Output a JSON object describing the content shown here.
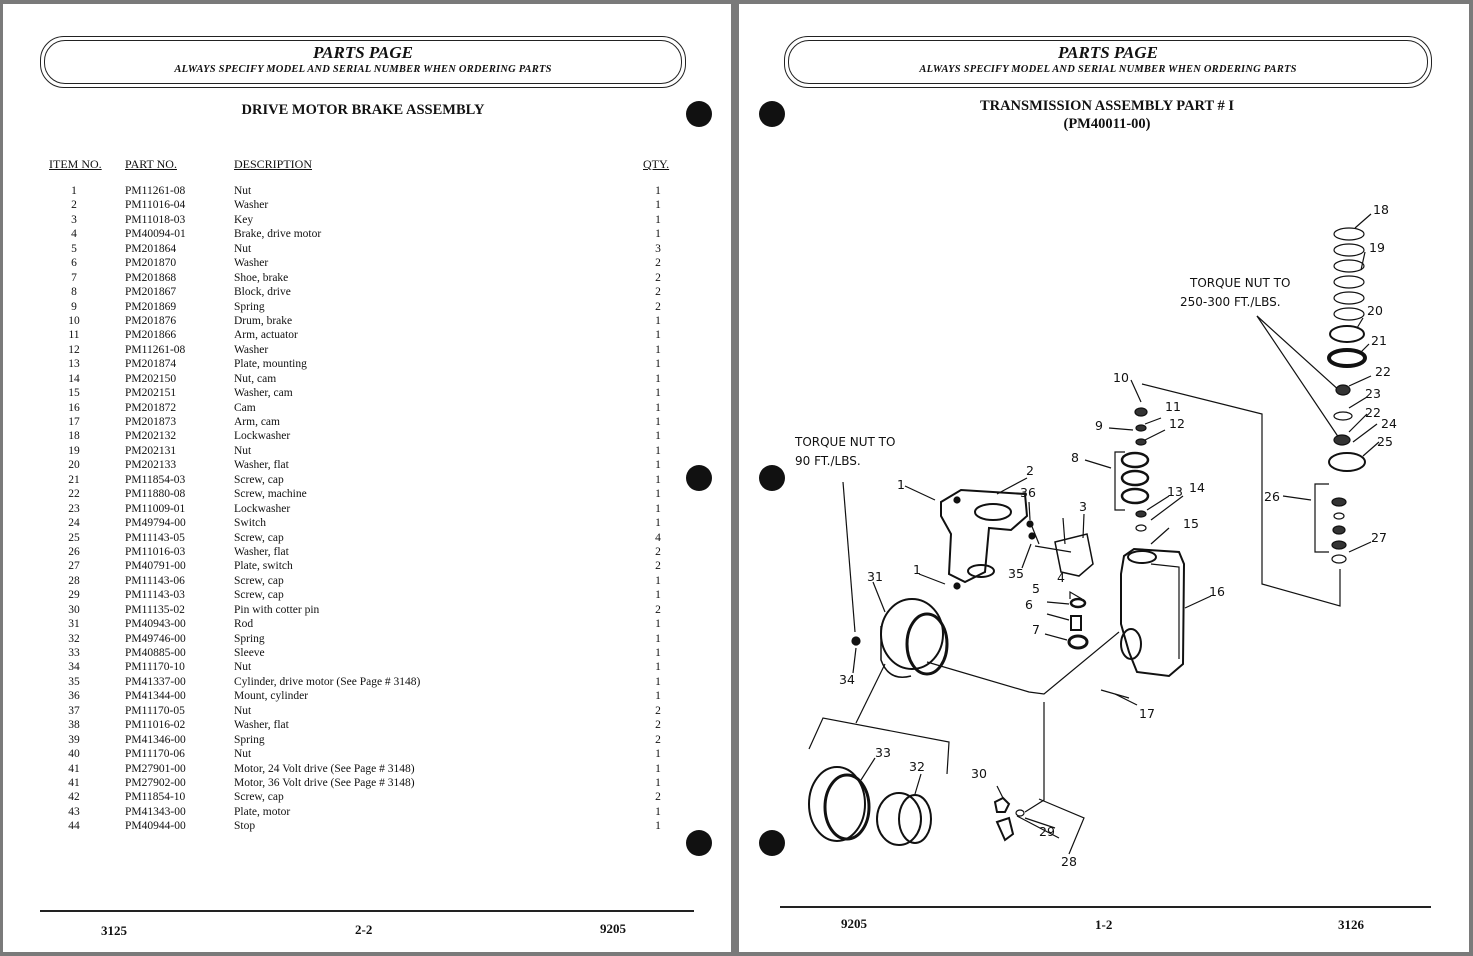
{
  "left_page": {
    "banner_title": "PARTS PAGE",
    "banner_subtitle": "ALWAYS SPECIFY MODEL AND SERIAL NUMBER WHEN ORDERING PARTS",
    "section_title": "DRIVE MOTOR BRAKE ASSEMBLY",
    "columns": {
      "item": "ITEM NO.",
      "part": "PART NO.",
      "desc": "DESCRIPTION",
      "qty": "QTY."
    },
    "rows": [
      {
        "item": "1",
        "part": "PM11261-08",
        "desc": "Nut",
        "qty": "1"
      },
      {
        "item": "2",
        "part": "PM11016-04",
        "desc": "Washer",
        "qty": "1"
      },
      {
        "item": "3",
        "part": "PM11018-03",
        "desc": "Key",
        "qty": "1"
      },
      {
        "item": "4",
        "part": "PM40094-01",
        "desc": "Brake, drive motor",
        "qty": "1"
      },
      {
        "item": "5",
        "part": "PM201864",
        "desc": "Nut",
        "qty": "3"
      },
      {
        "item": "6",
        "part": "PM201870",
        "desc": "Washer",
        "qty": "2"
      },
      {
        "item": "7",
        "part": "PM201868",
        "desc": "Shoe, brake",
        "qty": "2"
      },
      {
        "item": "8",
        "part": "PM201867",
        "desc": "Block, drive",
        "qty": "2"
      },
      {
        "item": "9",
        "part": "PM201869",
        "desc": "Spring",
        "qty": "2"
      },
      {
        "item": "10",
        "part": "PM201876",
        "desc": "Drum, brake",
        "qty": "1"
      },
      {
        "item": "11",
        "part": "PM201866",
        "desc": "Arm, actuator",
        "qty": "1"
      },
      {
        "item": "12",
        "part": "PM11261-08",
        "desc": "Washer",
        "qty": "1"
      },
      {
        "item": "13",
        "part": "PM201874",
        "desc": "Plate, mounting",
        "qty": "1"
      },
      {
        "item": "14",
        "part": "PM202150",
        "desc": "Nut, cam",
        "qty": "1"
      },
      {
        "item": "15",
        "part": "PM202151",
        "desc": "Washer, cam",
        "qty": "1"
      },
      {
        "item": "16",
        "part": "PM201872",
        "desc": "Cam",
        "qty": "1"
      },
      {
        "item": "17",
        "part": "PM201873",
        "desc": "Arm, cam",
        "qty": "1"
      },
      {
        "item": "18",
        "part": "PM202132",
        "desc": "Lockwasher",
        "qty": "1"
      },
      {
        "item": "19",
        "part": "PM202131",
        "desc": "Nut",
        "qty": "1"
      },
      {
        "item": "20",
        "part": "PM202133",
        "desc": "Washer, flat",
        "qty": "1"
      },
      {
        "item": "21",
        "part": "PM11854-03",
        "desc": "Screw, cap",
        "qty": "1"
      },
      {
        "item": "22",
        "part": "PM11880-08",
        "desc": "Screw, machine",
        "qty": "1"
      },
      {
        "item": "23",
        "part": "PM11009-01",
        "desc": "Lockwasher",
        "qty": "1"
      },
      {
        "item": "24",
        "part": "PM49794-00",
        "desc": "Switch",
        "qty": "1"
      },
      {
        "item": "25",
        "part": "PM11143-05",
        "desc": "Screw, cap",
        "qty": "4"
      },
      {
        "item": "26",
        "part": "PM11016-03",
        "desc": "Washer, flat",
        "qty": "2"
      },
      {
        "item": "27",
        "part": "PM40791-00",
        "desc": "Plate, switch",
        "qty": "2"
      },
      {
        "item": "28",
        "part": "PM11143-06",
        "desc": "Screw, cap",
        "qty": "1"
      },
      {
        "item": "29",
        "part": "PM11143-03",
        "desc": "Screw, cap",
        "qty": "1"
      },
      {
        "item": "30",
        "part": "PM11135-02",
        "desc": "Pin with cotter pin",
        "qty": "2"
      },
      {
        "item": "31",
        "part": "PM40943-00",
        "desc": "Rod",
        "qty": "1"
      },
      {
        "item": "32",
        "part": "PM49746-00",
        "desc": "Spring",
        "qty": "1"
      },
      {
        "item": "33",
        "part": "PM40885-00",
        "desc": "Sleeve",
        "qty": "1"
      },
      {
        "item": "34",
        "part": "PM11170-10",
        "desc": "Nut",
        "qty": "1"
      },
      {
        "item": "35",
        "part": "PM41337-00",
        "desc": "Cylinder, drive motor (See Page # 3148)",
        "qty": "1"
      },
      {
        "item": "36",
        "part": "PM41344-00",
        "desc": "Mount, cylinder",
        "qty": "1"
      },
      {
        "item": "37",
        "part": "PM11170-05",
        "desc": "Nut",
        "qty": "2"
      },
      {
        "item": "38",
        "part": "PM11016-02",
        "desc": "Washer, flat",
        "qty": "2"
      },
      {
        "item": "39",
        "part": "PM41346-00",
        "desc": "Spring",
        "qty": "2"
      },
      {
        "item": "40",
        "part": "PM11170-06",
        "desc": "Nut",
        "qty": "1"
      },
      {
        "item": "41",
        "part": "PM27901-00",
        "desc": "Motor, 24 Volt drive (See Page # 3148)",
        "qty": "1"
      },
      {
        "item": "41",
        "part": "PM27902-00",
        "desc": "Motor, 36 Volt drive (See Page # 3148)",
        "qty": "1"
      },
      {
        "item": "42",
        "part": "PM11854-10",
        "desc": "Screw, cap",
        "qty": "2"
      },
      {
        "item": "43",
        "part": "PM41343-00",
        "desc": "Plate, motor",
        "qty": "1"
      },
      {
        "item": "44",
        "part": "PM40944-00",
        "desc": "Stop",
        "qty": "1"
      }
    ],
    "footer": {
      "left": "3125",
      "center": "2-2",
      "right": "9205"
    }
  },
  "right_page": {
    "banner_title": "PARTS PAGE",
    "banner_subtitle": "ALWAYS SPECIFY MODEL AND SERIAL NUMBER WHEN ORDERING PARTS",
    "section_title_line1": "TRANSMISSION ASSEMBLY PART # I",
    "section_title_line2": "(PM40011-00)",
    "torque_note_1_line1": "TORQUE NUT TO",
    "torque_note_1_line2": "250-300 FT./LBS.",
    "torque_note_2_line1": "TORQUE NUT TO",
    "torque_note_2_line2": "90 FT./LBS.",
    "callouts": [
      "1",
      "1",
      "2",
      "4",
      "3",
      "5",
      "6",
      "7",
      "8",
      "9",
      "10",
      "11",
      "12",
      "13",
      "14",
      "15",
      "16",
      "17",
      "18",
      "19",
      "20",
      "21",
      "22",
      "22",
      "23",
      "24",
      "25",
      "26",
      "27",
      "28",
      "29",
      "30",
      "31",
      "32",
      "33",
      "34",
      "35",
      "36"
    ],
    "footer": {
      "left": "9205",
      "center": "1-2",
      "right": "3126"
    }
  }
}
